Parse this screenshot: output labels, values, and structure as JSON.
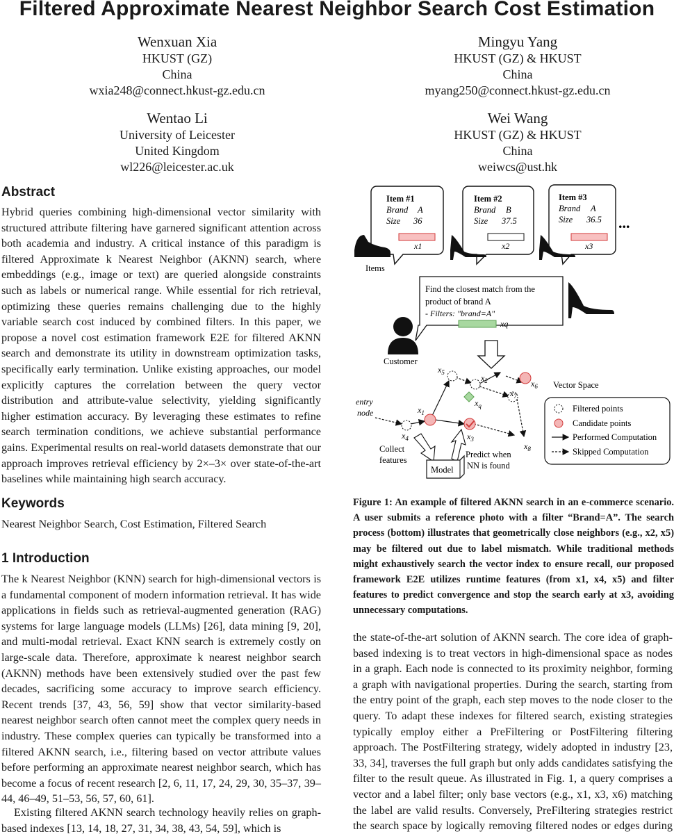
{
  "title": "Filtered Approximate Nearest Neighbor Search Cost Estimation",
  "authors": [
    {
      "name": "Wenxuan Xia",
      "affiliation": "HKUST (GZ)",
      "country": "China",
      "email": "wxia248@connect.hkust-gz.edu.cn"
    },
    {
      "name": "Mingyu Yang",
      "affiliation": "HKUST (GZ) & HKUST",
      "country": "China",
      "email": "myang250@connect.hkust-gz.edu.cn"
    },
    {
      "name": "Wentao Li",
      "affiliation": "University of Leicester",
      "country": "United Kingdom",
      "email": "wl226@leicester.ac.uk"
    },
    {
      "name": "Wei Wang",
      "affiliation": "HKUST (GZ) & HKUST",
      "country": "China",
      "email": "weiwcs@ust.hk"
    }
  ],
  "abstract": {
    "heading": "Abstract",
    "text": "Hybrid queries combining high-dimensional vector similarity with structured attribute filtering have garnered significant attention across both academia and industry. A critical instance of this paradigm is filtered Approximate k Nearest Neighbor (AKNN) search, where embeddings (e.g., image or text) are queried alongside constraints such as labels or numerical range. While essential for rich retrieval, optimizing these queries remains challenging due to the highly variable search cost induced by combined filters. In this paper, we propose a novel cost estimation framework E2E for filtered AKNN search and demonstrate its utility in downstream optimization tasks, specifically early termination. Unlike existing approaches, our model explicitly captures the correlation between the query vector distribution and attribute-value selectivity, yielding significantly higher estimation accuracy. By leveraging these estimates to refine search termination conditions, we achieve substantial performance gains. Experimental results on real-world datasets demonstrate that our approach improves retrieval efficiency by 2×–3× over state-of-the-art baselines while maintaining high search accuracy."
  },
  "keywords": {
    "heading": "Keywords",
    "text": "Nearest Neighbor Search, Cost Estimation, Filtered Search"
  },
  "intro": {
    "heading": "1   Introduction",
    "p1": "The k Nearest Neighbor (KNN) search for high-dimensional vectors is a fundamental component of modern information retrieval. It has wide applications in fields such as retrieval-augmented generation (RAG) systems for large language models (LLMs) [26], data mining [9, 20], and multi-modal retrieval. Exact KNN search is extremely costly on large-scale data. Therefore, approximate k nearest neighbor search (AKNN) methods have been extensively studied over the past few decades, sacrificing some accuracy to improve search efficiency. Recent trends [37, 43, 56, 59] show that vector similarity-based nearest neighbor search often cannot meet the complex query needs in industry. These complex queries can typically be transformed into a filtered AKNN search, i.e., filtering based on vector attribute values before performing an approximate nearest neighbor search, which has become a focus of recent research [2, 6, 11, 17, 24, 29, 30, 35–37, 39–44, 46–49, 51–53, 56, 57, 60, 61].",
    "p2": "Existing filtered AKNN search technology heavily relies on graph-based indexes [13, 14, 18, 27, 31, 34, 38, 43, 54, 59], which is",
    "p3": "the state-of-the-art solution of AKNN search. The core idea of graph-based indexing is to treat vectors in high-dimensional space as nodes in a graph. Each node is connected to its proximity neighbor, forming a graph with navigational properties. During the search, starting from the entry point of the graph, each step moves to the node closer to the query. To adapt these indexes for filtered search, existing strategies typically employ either a PreFiltering or PostFiltering filtering approach. The PostFiltering strategy, widely adopted in industry [23, 33, 34], traverses the full graph but only adds candidates satisfying the filter to the result queue. As illustrated in Fig. 1, a query comprises a vector and a label filter; only base vectors (e.g., x1, x3, x6) matching the label are valid results. Conversely, PreFiltering strategies restrict the search space by logically removing filtered nodes or edges during traversal. However, this"
  },
  "caption": "Figure 1: An example of filtered AKNN search in an e-commerce scenario. A user submits a reference photo with a filter “Brand=A”. The search process (bottom) illustrates that geometrically close neighbors (e.g., x2, x5) may be filtered out due to label mismatch. While traditional methods might exhaustively search the vector index to ensure recall, our proposed framework E2E utilizes runtime features (from x1, x4, x5) and filter features to predict convergence and stop the search early at x3, avoiding unnecessary computations.",
  "figure": {
    "items": [
      {
        "title": "Item #1",
        "brand_label": "Brand",
        "brand": "A",
        "size_label": "Size",
        "size": "36",
        "var": "x1"
      },
      {
        "title": "Item #2",
        "brand_label": "Brand",
        "brand": "B",
        "size_label": "Size",
        "size": "37.5",
        "var": "x2"
      },
      {
        "title": "Item #3",
        "brand_label": "Brand",
        "brand": "A",
        "size_label": "Size",
        "size": "36.5",
        "var": "x3"
      }
    ],
    "ellipsis": "...",
    "items_label": "Items",
    "query_line1": "Find the closest match from the",
    "query_line2": "product of brand A",
    "query_filter": "- Filters: \"brand=A\"",
    "query_var": "xq",
    "customer_label": "Customer",
    "vector_space_label": "Vector Space",
    "entry_node_label_1": "entry",
    "entry_node_label_2": "node",
    "collect_1": "Collect",
    "collect_2": "features",
    "predict_1": "Predict when",
    "predict_2": "NN is found",
    "model_label": "Model",
    "legend": [
      "Filtered points",
      "Candidate points",
      "Performed Computation",
      "Skipped Computation"
    ],
    "colors": {
      "candidate": "#f4b6b6",
      "query": "#a8d8a0",
      "item1_bar": "#f8c0c0",
      "item3_bar": "#f8c0c0",
      "accent_red": "#d23b3b"
    }
  }
}
